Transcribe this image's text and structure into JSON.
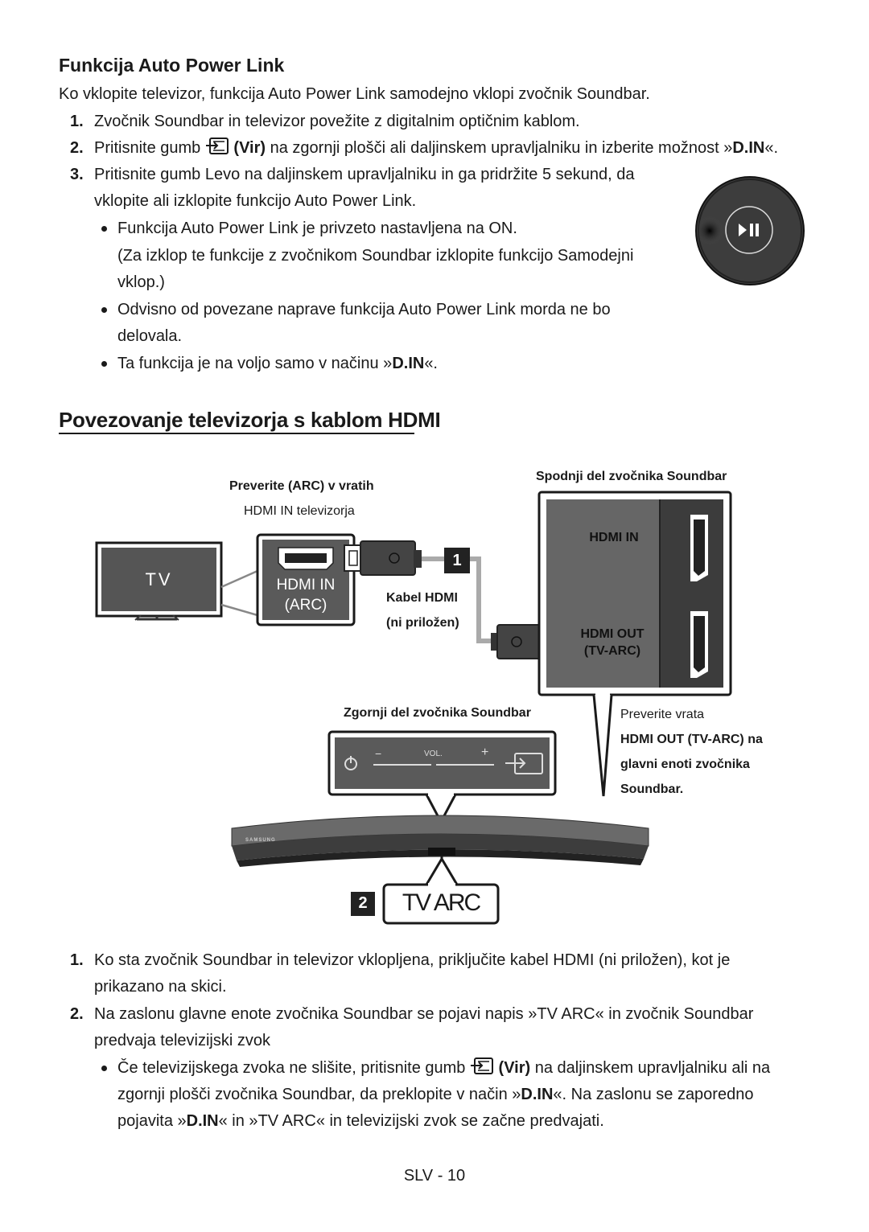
{
  "section1": {
    "heading": "Funkcija Auto Power Link",
    "intro": "Ko vklopite televizor, funkcija Auto Power Link samodejno vklopi zvočnik Soundbar.",
    "steps": [
      {
        "num": "1.",
        "text": "Zvočnik Soundbar in televizor povežite z digitalnim optičnim kablom."
      },
      {
        "num": "2.",
        "pre": "Pritisnite gumb",
        "bold": "(Vir)",
        "post": "na zgornji plošči ali daljinskem upravljalniku in izberite možnost »",
        "bold2": "D.IN",
        "post2": "«."
      },
      {
        "num": "3.",
        "line1_pre": "Pritisnite gumb",
        "line1_bold": "Levo",
        "line1_post": "na daljinskem upravljalniku in ga pridržite 5 sekund, da",
        "line2": "vklopite ali izklopite funkcijo Auto Power Link."
      }
    ],
    "bullets": [
      {
        "line1": "Funkcija Auto Power Link je privzeto nastavljena na ON.",
        "line2": "(Za izklop te funkcije z zvočnikom Soundbar izklopite funkcijo Samodejni",
        "line3": "vklop.)"
      },
      {
        "line1": "Odvisno od povezane naprave funkcija Auto Power Link morda ne bo",
        "line2": "delovala."
      },
      {
        "pre": "Ta funkcija je na voljo samo v načinu »",
        "bold": "D.IN",
        "post": "«."
      }
    ]
  },
  "section2": {
    "heading": "Povezovanje televizorja s kablom HDMI",
    "diagram": {
      "check_arc_line1": "Preverite (ARC) v vratih",
      "check_arc_line2": "HDMI IN televizorja",
      "tv_label": "TV",
      "hdmi_in_tv": "HDMI IN",
      "arc_tv": "(ARC)",
      "cable_line1": "Kabel HDMI",
      "cable_line2": "(ni priložen)",
      "step1_marker": "1",
      "bottom_label": "Spodnji del zvočnika Soundbar",
      "port_hdmi_in": "HDMI IN",
      "port_hdmi_out": "HDMI OUT",
      "port_tv_arc": "(TV-ARC)",
      "top_label": "Zgornji del zvočnika Soundbar",
      "vol_label": "VOL.",
      "vol_minus": "−",
      "vol_plus": "+",
      "check_out_line1": "Preverite vrata",
      "check_out_line2": "HDMI OUT (TV-ARC) na",
      "check_out_line3": "glavni enoti zvočnika",
      "check_out_line4": "Soundbar.",
      "brand": "SAMSUNG",
      "step2_marker": "2",
      "display_text": "TV ARC"
    },
    "steps": [
      {
        "num": "1.",
        "line1": "Ko sta zvočnik Soundbar in televizor vklopljena, priključite kabel HDMI (ni priložen), kot je",
        "line2": "prikazano na skici."
      },
      {
        "num": "2.",
        "line1_pre": "Na zaslonu glavne enote zvočnika Soundbar se pojavi napis »",
        "line1_mid": "TV ARC",
        "line1_post": "« in zvočnik Soundbar",
        "line2": "predvaja televizijski zvok"
      }
    ],
    "bullet": {
      "line1_pre": "Če televizijskega zvoka ne slišite, pritisnite gumb",
      "line1_bold": "(Vir)",
      "line1_post": "na daljinskem upravljalniku ali na",
      "line2_pre": "zgornji plošči zvočnika Soundbar, da preklopite v način »",
      "line2_bold": "D.IN",
      "line2_post": "«. Na zaslonu se zaporedno",
      "line3_a": "pojavita »",
      "line3_b": "D.IN",
      "line3_c": "« in »",
      "line3_d": "TV ARC",
      "line3_e": "« in televizijski zvok se začne predvajati."
    }
  },
  "footer": {
    "page": "SLV - 10"
  }
}
